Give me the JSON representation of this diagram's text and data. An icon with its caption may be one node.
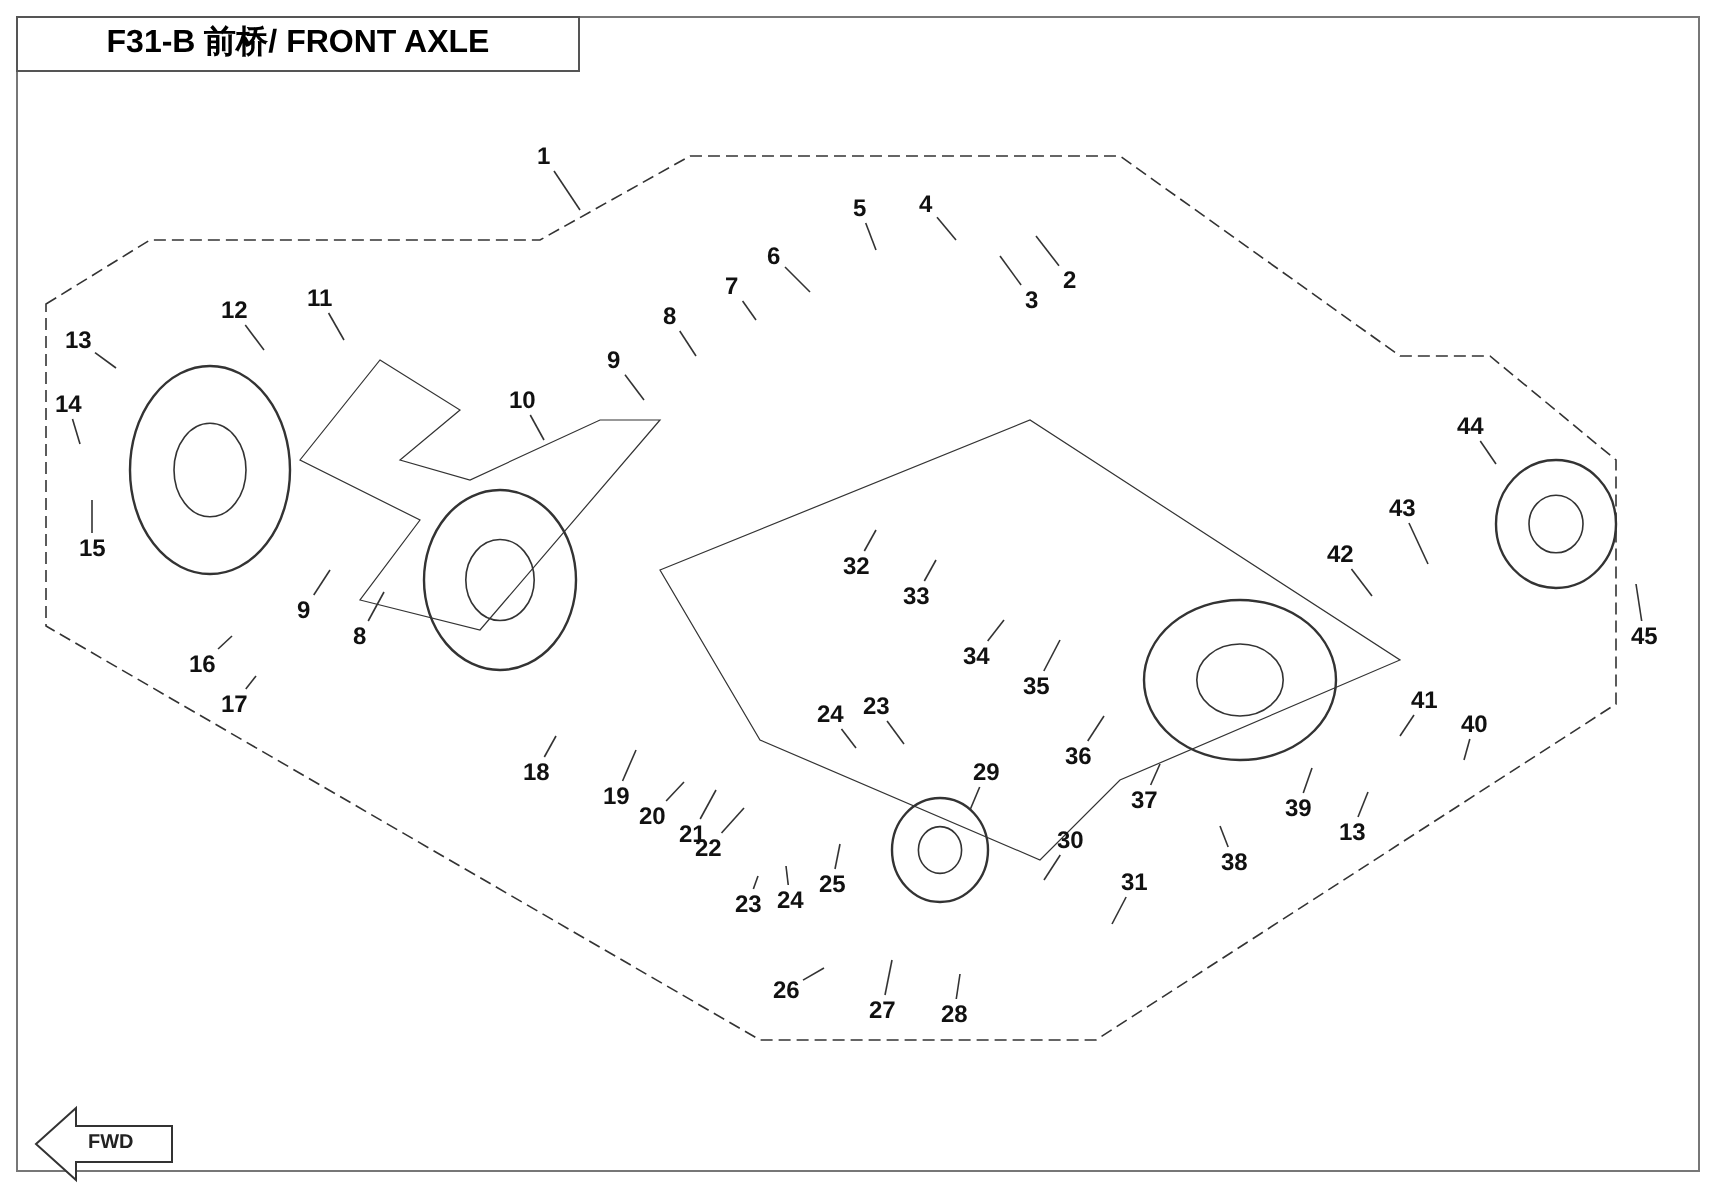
{
  "diagram": {
    "title": "F31-B 前桥/ FRONT AXLE",
    "nodes": [
      {
        "text": [
          "1"
        ]
      },
      {
        "text": [
          "5"
        ]
      },
      {
        "text": [
          "4"
        ]
      },
      {
        "text": [
          "2"
        ]
      },
      {
        "text": [
          "3"
        ]
      },
      {
        "text": [
          "6"
        ]
      },
      {
        "text": [
          "7"
        ]
      },
      {
        "text": [
          "8"
        ]
      },
      {
        "text": [
          "11"
        ]
      },
      {
        "text": [
          "12"
        ]
      },
      {
        "text": [
          "13"
        ]
      },
      {
        "text": [
          "9"
        ]
      },
      {
        "text": [
          "10"
        ]
      },
      {
        "text": [
          "14"
        ]
      },
      {
        "text": [
          "44"
        ]
      },
      {
        "text": [
          "43"
        ]
      },
      {
        "text": [
          "42"
        ]
      },
      {
        "text": [
          "15"
        ]
      },
      {
        "text": [
          "32"
        ]
      },
      {
        "text": [
          "33"
        ]
      },
      {
        "text": [
          "9"
        ]
      },
      {
        "text": [
          "8"
        ]
      },
      {
        "text": [
          "45"
        ]
      },
      {
        "text": [
          "34"
        ]
      },
      {
        "text": [
          "16"
        ]
      },
      {
        "text": [
          "35"
        ]
      },
      {
        "text": [
          "41"
        ]
      },
      {
        "text": [
          "17"
        ]
      },
      {
        "text": [
          "23"
        ]
      },
      {
        "text": [
          "24"
        ]
      },
      {
        "text": [
          "40"
        ]
      },
      {
        "text": [
          "36"
        ]
      },
      {
        "text": [
          "18"
        ]
      },
      {
        "text": [
          "29"
        ]
      },
      {
        "text": [
          "19"
        ]
      },
      {
        "text": [
          "37"
        ]
      },
      {
        "text": [
          "39"
        ]
      },
      {
        "text": [
          "20"
        ]
      },
      {
        "text": [
          "13"
        ]
      },
      {
        "text": [
          "21"
        ]
      },
      {
        "text": [
          "30"
        ]
      },
      {
        "text": [
          "22"
        ]
      },
      {
        "text": [
          "38"
        ]
      },
      {
        "text": [
          "31"
        ]
      },
      {
        "text": [
          "25"
        ]
      },
      {
        "text": [
          "24"
        ]
      },
      {
        "text": [
          "23"
        ]
      },
      {
        "text": [
          "26"
        ]
      },
      {
        "text": [
          "27"
        ]
      },
      {
        "text": [
          "28"
        ]
      }
    ],
    "edges": [
      {
        "from": 0,
        "to": null,
        "arrow": "none"
      },
      {
        "from": 1,
        "to": null,
        "arrow": "none"
      },
      {
        "from": 2,
        "to": null,
        "arrow": "none"
      },
      {
        "from": 3,
        "to": null,
        "arrow": "none"
      },
      {
        "from": 4,
        "to": null,
        "arrow": "none"
      },
      {
        "from": 5,
        "to": null,
        "arrow": "none"
      },
      {
        "from": 6,
        "to": null,
        "arrow": "none"
      },
      {
        "from": 7,
        "to": null,
        "arrow": "none"
      },
      {
        "from": 8,
        "to": null,
        "arrow": "none"
      },
      {
        "from": 9,
        "to": null,
        "arrow": "none"
      },
      {
        "from": 10,
        "to": null,
        "arrow": "none"
      },
      {
        "from": 11,
        "to": null,
        "arrow": "none"
      },
      {
        "from": 12,
        "to": null,
        "arrow": "none"
      },
      {
        "from": 13,
        "to": null,
        "arrow": "none"
      },
      {
        "from": 14,
        "to": null,
        "arrow": "none"
      },
      {
        "from": 15,
        "to": null,
        "arrow": "none"
      },
      {
        "from": 16,
        "to": null,
        "arrow": "none"
      },
      {
        "from": 17,
        "to": null,
        "arrow": "none"
      },
      {
        "from": 18,
        "to": null,
        "arrow": "none"
      },
      {
        "from": 19,
        "to": null,
        "arrow": "none"
      },
      {
        "from": 20,
        "to": null,
        "arrow": "none"
      },
      {
        "from": 21,
        "to": null,
        "arrow": "none"
      },
      {
        "from": 22,
        "to": null,
        "arrow": "none"
      },
      {
        "from": 23,
        "to": null,
        "arrow": "none"
      },
      {
        "from": 24,
        "to": null,
        "arrow": "none"
      },
      {
        "from": 25,
        "to": null,
        "arrow": "none"
      },
      {
        "from": 26,
        "to": null,
        "arrow": "none"
      },
      {
        "from": 27,
        "to": null,
        "arrow": "none"
      },
      {
        "from": 28,
        "to": null,
        "arrow": "none"
      },
      {
        "from": 29,
        "to": null,
        "arrow": "none"
      },
      {
        "from": 30,
        "to": null,
        "arrow": "none"
      },
      {
        "from": 31,
        "to": null,
        "arrow": "none"
      },
      {
        "from": 32,
        "to": null,
        "arrow": "none"
      },
      {
        "from": 33,
        "to": null,
        "arrow": "none"
      },
      {
        "from": 34,
        "to": null,
        "arrow": "none"
      },
      {
        "from": 35,
        "to": null,
        "arrow": "none"
      },
      {
        "from": 36,
        "to": null,
        "arrow": "none"
      },
      {
        "from": 37,
        "to": null,
        "arrow": "none"
      },
      {
        "from": 38,
        "to": null,
        "arrow": "none"
      },
      {
        "from": 39,
        "to": null,
        "arrow": "none"
      },
      {
        "from": 40,
        "to": null,
        "arrow": "none"
      },
      {
        "from": 41,
        "to": null,
        "arrow": "none"
      },
      {
        "from": 42,
        "to": null,
        "arrow": "none"
      },
      {
        "from": 43,
        "to": null,
        "arrow": "none"
      },
      {
        "from": 44,
        "to": null,
        "arrow": "none"
      },
      {
        "from": 45,
        "to": null,
        "arrow": "none"
      },
      {
        "from": 46,
        "to": null,
        "arrow": "none"
      },
      {
        "from": 47,
        "to": null,
        "arrow": "none"
      },
      {
        "from": 48,
        "to": null,
        "arrow": "none"
      },
      {
        "from": 49,
        "to": null,
        "arrow": "none"
      }
    ],
    "labels": [
      "FWD"
    ]
  }
}
